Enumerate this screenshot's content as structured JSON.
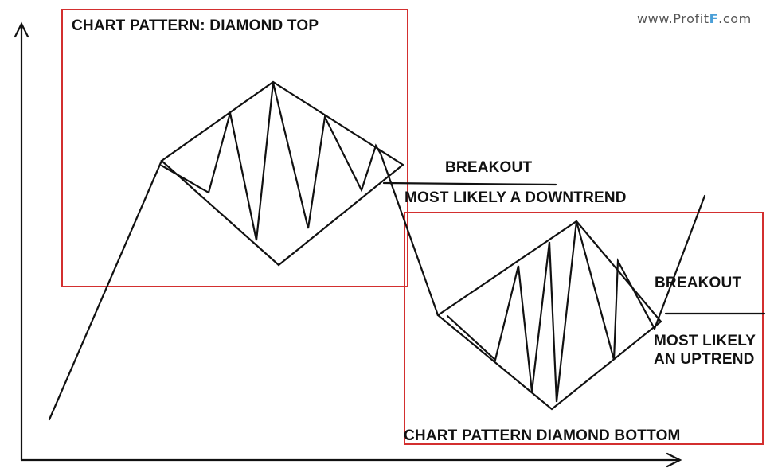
{
  "watermark": {
    "prefix": "www.Profit",
    "accent": "F",
    "suffix": ".com",
    "accent_color": "#4a9fd8"
  },
  "top_pattern": {
    "title": "CHART PATTERN: DIAMOND TOP",
    "breakout_label": "BREAKOUT",
    "trend_label": "MOST LIKELY A DOWNTREND",
    "box_color": "#d32f2f"
  },
  "bottom_pattern": {
    "title": "CHART PATTERN DIAMOND BOTTOM",
    "breakout_label": "BREAKOUT",
    "trend_label_line1": "MOST LIKELY",
    "trend_label_line2": "AN UPTREND",
    "box_color": "#d32f2f"
  },
  "line_color": "#111111"
}
